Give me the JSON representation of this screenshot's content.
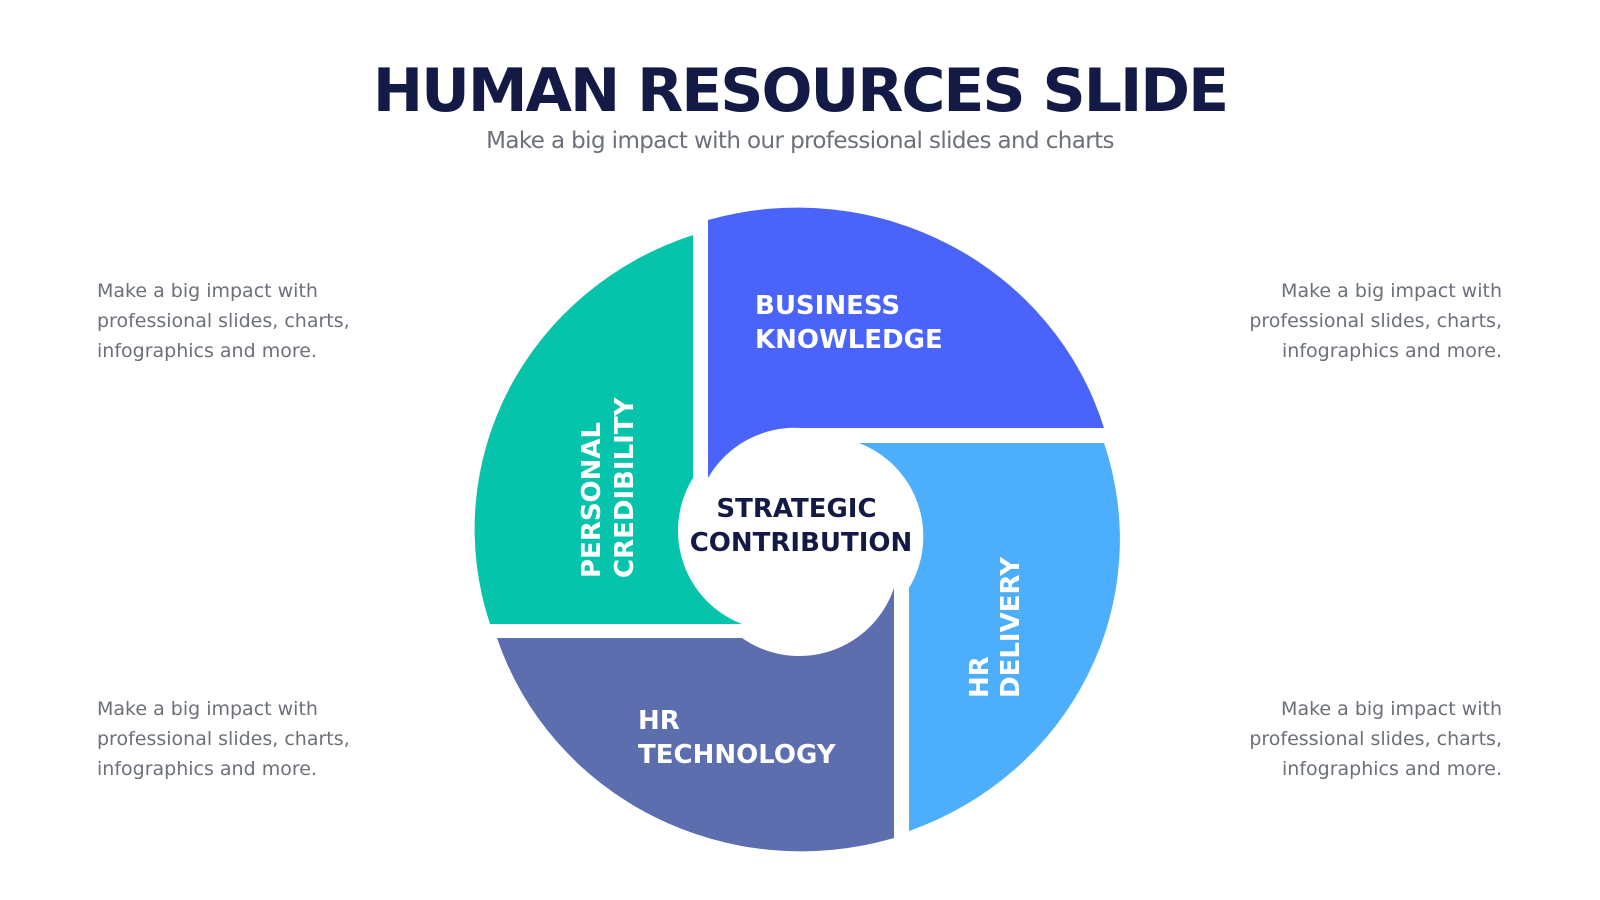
{
  "slide": {
    "title": "HUMAN RESOURCES SLIDE",
    "subtitle": "Make a big impact with our professional slides and charts"
  },
  "notes": {
    "top_left": [
      "Make a big impact with",
      "professional slides, charts,",
      "infographics and more."
    ],
    "top_right": [
      "Make a big impact with",
      "professional slides, charts,",
      "infographics and more."
    ],
    "bottom_left": [
      "Make a big impact with",
      "professional slides, charts,",
      "infographics and more."
    ],
    "bottom_right": [
      "Make a big impact with",
      "professional slides, charts,",
      "infographics and more."
    ]
  },
  "diagram": {
    "center": {
      "line1": "STRATEGIC",
      "line2": "CONTRIBUTION"
    },
    "segments": {
      "business_knowledge": {
        "line1": "BUSINESS",
        "line2": "KNOWLEDGE"
      },
      "hr_delivery": {
        "line1": "HR",
        "line2": "DELIVERY"
      },
      "hr_technology": {
        "line1": "HR",
        "line2": "TECHNOLOGY"
      },
      "personal_credibility": {
        "line1": "PERSONAL",
        "line2": "CREDIBILITY"
      }
    }
  },
  "colors": {
    "title": "#141a46",
    "text": "#6b7079",
    "business_knowledge": "#4a63fa",
    "hr_delivery": "#4daffc",
    "hr_technology": "#5c6eae",
    "personal_credibility": "#06c4ab",
    "center_text": "#141a46"
  }
}
